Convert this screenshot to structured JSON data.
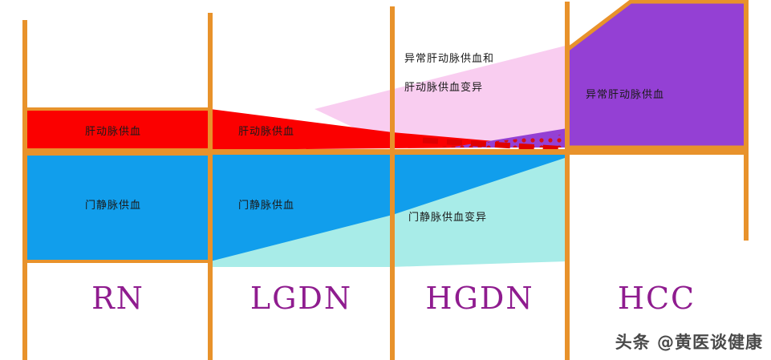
{
  "diagram": {
    "title_hidden": "",
    "colors": {
      "divider": "#e8922b",
      "artery_red": "#fb0000",
      "portal_blue": "#119eec",
      "abnormal_pink": "#f9cdf0",
      "abnormal_purple": "#9440d4",
      "portal_variant_teal": "#a8ece8",
      "stage_text": "#8f1c8f",
      "background": "#ffffff",
      "dashed_red": "#e00000"
    },
    "bands": {
      "arterial": {
        "label_left": "肝动脉供血",
        "label_mid": "肝动脉供血"
      },
      "portal": {
        "label_left": "门静脉供血",
        "label_mid": "门静脉供血"
      }
    },
    "annotations": {
      "abnormal_arterial_and_variant_line1": "异常肝动脉供血和",
      "abnormal_arterial_and_variant_line2": "肝动脉供血变异",
      "abnormal_arterial": "异常肝动脉供血",
      "portal_variant": "门静脉供血变异"
    },
    "stages": [
      {
        "id": "rn",
        "label": "RN"
      },
      {
        "id": "lgdn",
        "label": "LGDN"
      },
      {
        "id": "hgdn",
        "label": "HGDN"
      },
      {
        "id": "hcc",
        "label": "HCC"
      }
    ]
  },
  "watermark": {
    "text": "头条 @黄医谈健康"
  }
}
